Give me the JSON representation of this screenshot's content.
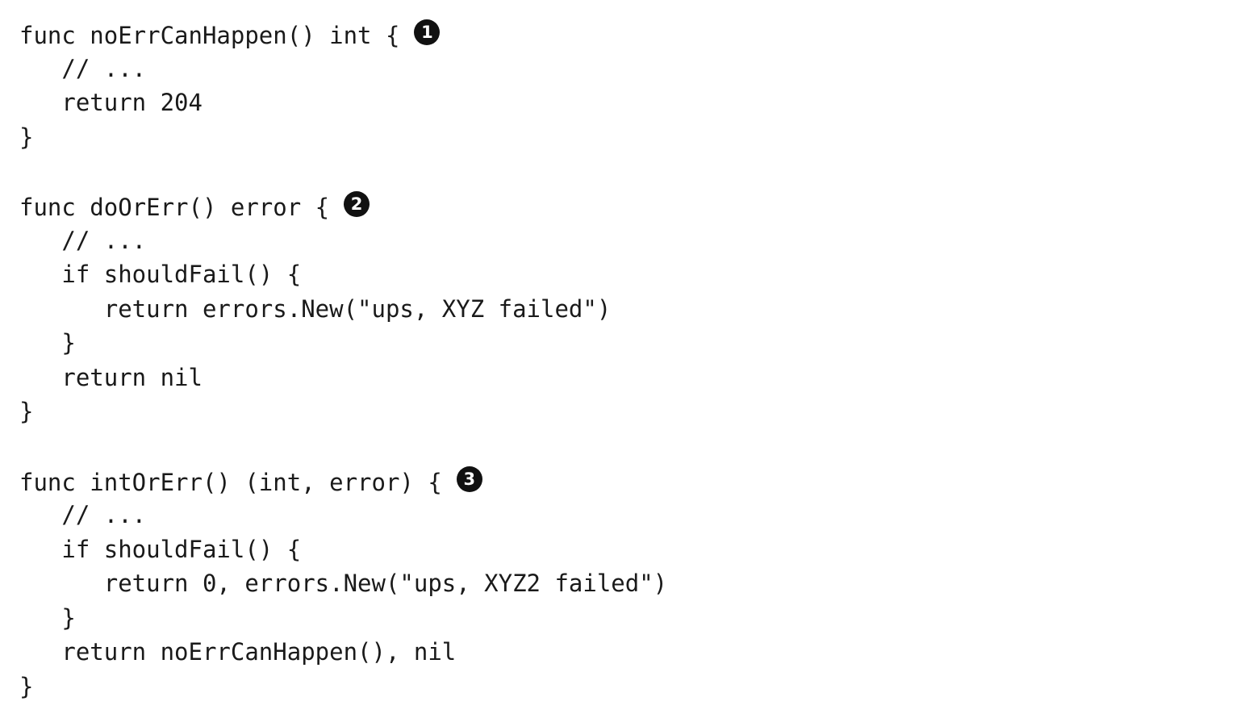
{
  "code_block": {
    "lines": [
      {
        "text": "func noErrCanHappen() int {",
        "callout": "1"
      },
      {
        "text": "   // ..."
      },
      {
        "text": "   return 204"
      },
      {
        "text": "}"
      },
      {
        "text": "func doOrErr() error {",
        "callout": "2"
      },
      {
        "text": "   // ..."
      },
      {
        "text": "   if shouldFail() {"
      },
      {
        "text": "      return errors.New(\"ups, XYZ failed\")"
      },
      {
        "text": "   }"
      },
      {
        "text": "   return nil"
      },
      {
        "text": "}"
      },
      {
        "text": "func intOrErr() (int, error) {",
        "callout": "3"
      },
      {
        "text": "   // ..."
      },
      {
        "text": "   if shouldFail() {"
      },
      {
        "text": "      return 0, errors.New(\"ups, XYZ2 failed\")"
      },
      {
        "text": "   }"
      },
      {
        "text": "   return noErrCanHappen(), nil"
      },
      {
        "text": "}"
      }
    ]
  }
}
